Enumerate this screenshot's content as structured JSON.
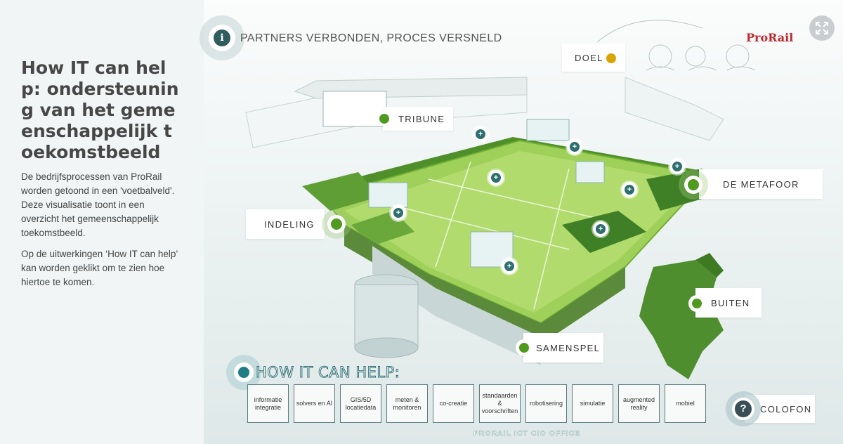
{
  "header": {
    "title": "PARTNERS VERBONDEN, PROCES VERSNELD",
    "brand": "ProRail",
    "info_icon": "info-icon",
    "expand_icon": "expand-icon"
  },
  "left": {
    "title": "How IT can help: ondersteuning van het gemeenschappelijk toekomstbeeld",
    "paragraphs": [
      "De bedrijfsprocessen van ProRail worden getoond in een 'voetbalveld'. Deze visualisatie toont in een overzicht het gemeenschappelijk toekomstbeeld.",
      "Op de uitwerkingen ‘How IT can help’ kan worden geklikt om te zien hoe hiertoe te komen."
    ]
  },
  "hotspots": {
    "doel": "DOEL",
    "tribune": "TRIBUNE",
    "metafoor": "DE METAFOOR",
    "indeling": "INDELING",
    "buiten": "BUITEN",
    "samenspel": "SAMENSPEL"
  },
  "how_it_can_help": {
    "title": "HOW IT CAN HELP:",
    "buttons": [
      "informatie integratie",
      "solvers en AI",
      "GIS/5D locatiedata",
      "meten & monitoren",
      "co-creatie",
      "standaarden & voorschriften",
      "robotisering",
      "simulatie",
      "augmented reality",
      "mobiel"
    ]
  },
  "colofon": "COLOFON",
  "footer": "PRORAIL ICT CIO OFFICE",
  "colors": {
    "green": "#4f9a1f",
    "teal": "#1f7d86",
    "brand_red": "#c0282d",
    "doel_yellow": "#d9a400"
  }
}
